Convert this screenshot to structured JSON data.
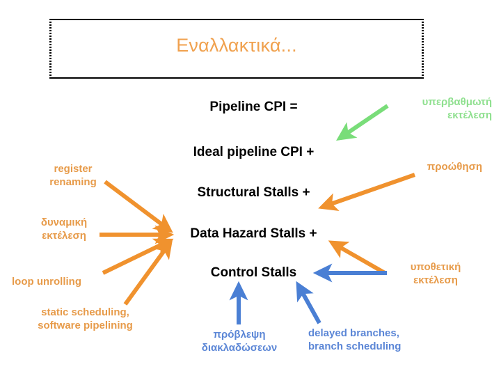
{
  "slide": {
    "title": "Εναλλακτικά...",
    "title_color": "#F0A14E"
  },
  "equation": {
    "lines": [
      {
        "text": "Pipeline CPI ="
      },
      {
        "text": "Ideal pipeline CPI +"
      },
      {
        "text": "Structural Stalls +"
      },
      {
        "text": "Data Hazard Stalls +"
      },
      {
        "text": "Control Stalls"
      }
    ]
  },
  "annotations": {
    "left": [
      {
        "line1": "register",
        "line2": "renaming",
        "color": "#E79B4A"
      },
      {
        "line1": "δυναμική",
        "line2": "εκτέλεση",
        "color": "#E79B4A"
      },
      {
        "line1": "loop unrolling",
        "line2": "",
        "color": "#E79B4A"
      },
      {
        "line1": "static scheduling,",
        "line2": "software pipelining",
        "color": "#E79B4A"
      }
    ],
    "right": [
      {
        "line1": "υπερβαθμωτή",
        "line2": "εκτέλεση",
        "color": "#8FE08F"
      },
      {
        "line1": "προώθηση",
        "line2": "",
        "color": "#E79B4A"
      },
      {
        "line1": "υποθετική",
        "line2": "εκτέλεση",
        "color": "#E79B4A"
      }
    ],
    "bottom": [
      {
        "line1": "πρόβλεψη",
        "line2": "διακλαδώσεων",
        "color": "#5B86D6"
      },
      {
        "line1": "delayed branches,",
        "line2": "branch scheduling",
        "color": "#5B86D6"
      }
    ]
  },
  "colors": {
    "orange_arrow": "#F0922E",
    "green_arrow": "#79DD79",
    "blue_arrow": "#4A7FD4",
    "text_black": "#000000",
    "title_orange": "#F0A14E",
    "label_orange": "#E79B4A",
    "label_green": "#8FE08F",
    "label_blue": "#5B86D6"
  }
}
